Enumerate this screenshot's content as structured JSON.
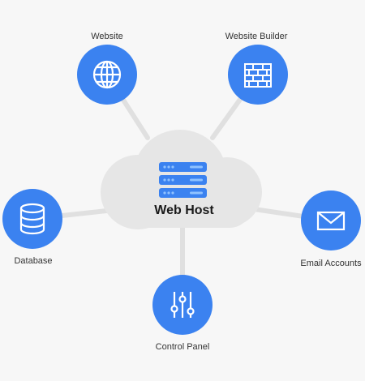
{
  "hub": {
    "label": "Web Host",
    "icon": "server-stack-icon"
  },
  "nodes": [
    {
      "id": "website",
      "label": "Website",
      "icon": "globe-icon"
    },
    {
      "id": "website-builder",
      "label": "Website Builder",
      "icon": "brick-wall-icon"
    },
    {
      "id": "database",
      "label": "Database",
      "icon": "database-icon"
    },
    {
      "id": "email-accounts",
      "label": "Email Accounts",
      "icon": "envelope-icon"
    },
    {
      "id": "control-panel",
      "label": "Control Panel",
      "icon": "sliders-icon"
    }
  ],
  "colors": {
    "node_fill": "#3b82f0",
    "icon_stroke": "#ffffff",
    "cloud_fill": "#e6e6e6",
    "connector": "#e0e0e0",
    "server_fill": "#3b82f0",
    "server_light": "#8fc2ff",
    "background": "#f7f7f7"
  }
}
